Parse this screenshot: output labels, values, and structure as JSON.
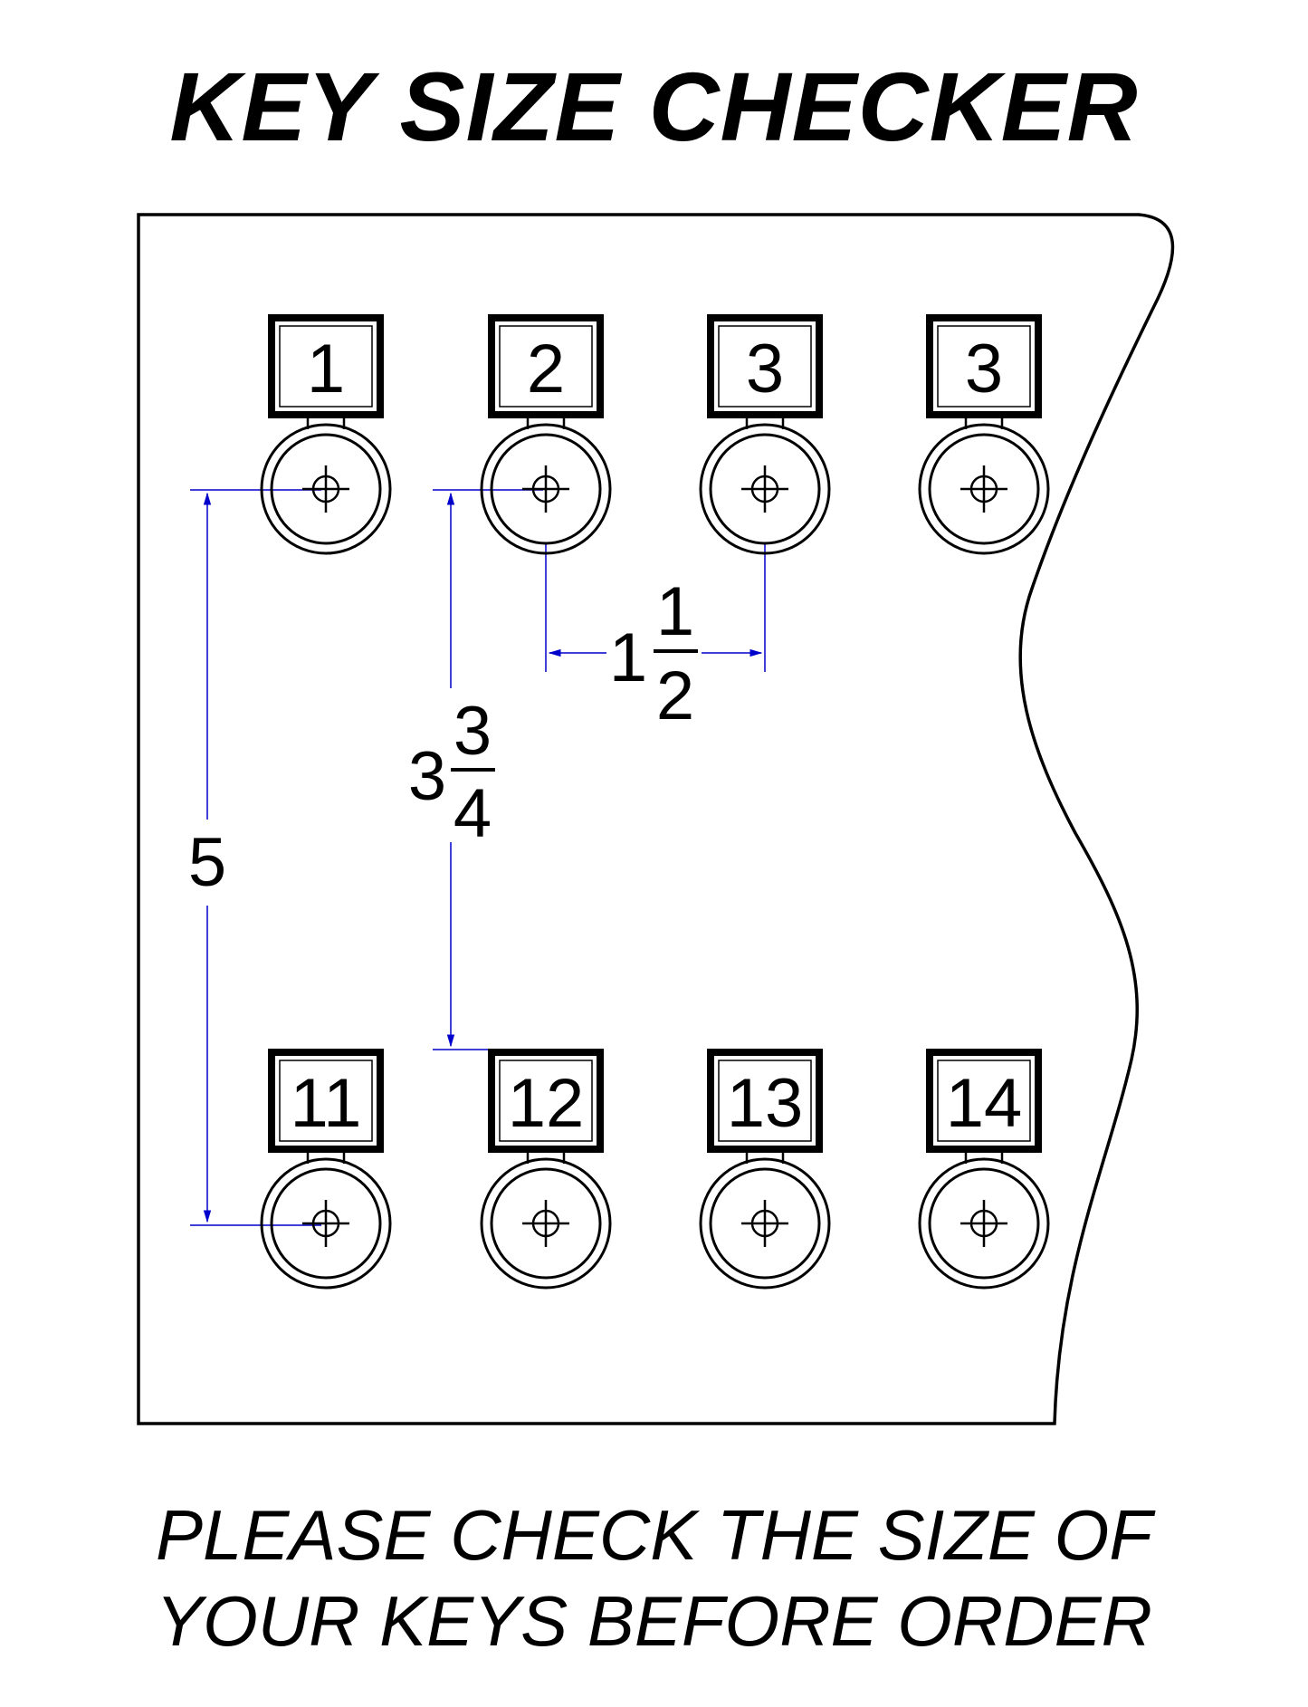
{
  "title": "KEY SIZE CHECKER",
  "footer": {
    "line1": "PLEASE CHECK THE SIZE OF",
    "line2": "YOUR KEYS BEFORE ORDER"
  },
  "colors": {
    "ink": "#000000",
    "dimension": "#0000cc"
  },
  "holders": {
    "top_row": [
      {
        "label": "1"
      },
      {
        "label": "2"
      },
      {
        "label": "3"
      },
      {
        "label": "3"
      }
    ],
    "bottom_row": [
      {
        "label": "11"
      },
      {
        "label": "12"
      },
      {
        "label": "13"
      },
      {
        "label": "14"
      }
    ]
  },
  "dimensions": {
    "horizontal": {
      "whole": "1",
      "numerator": "1",
      "denominator": "2"
    },
    "vertical_inner": {
      "whole": "3",
      "numerator": "3",
      "denominator": "4"
    },
    "vertical_outer": {
      "whole": "5"
    }
  }
}
